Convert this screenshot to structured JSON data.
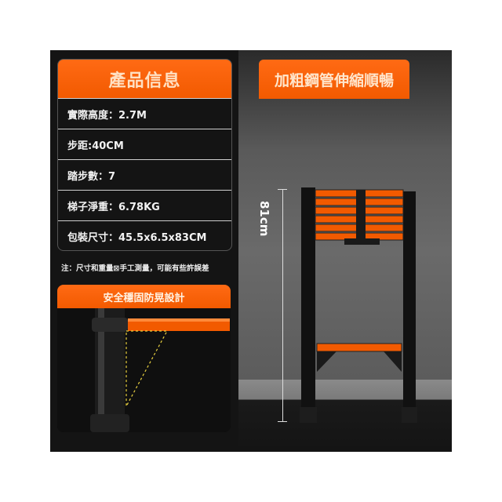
{
  "info_card": {
    "title": "產品信息",
    "rows": [
      "實際高度：2.7M",
      "步距:40CM",
      "踏步數：7",
      "梯子淨重：6.78KG",
      "包裝尺寸：45.5x6.5x83CM"
    ],
    "note": "注：尺寸和重量⊠手工測量，可能有些許誤差"
  },
  "detail_card": {
    "title": "安全穩固防晃設計"
  },
  "photo": {
    "banner": "加粗鋼管伸縮順暢",
    "dimension_label": "81cm"
  },
  "colors": {
    "accent": "#f25a00",
    "background": "#141414"
  }
}
